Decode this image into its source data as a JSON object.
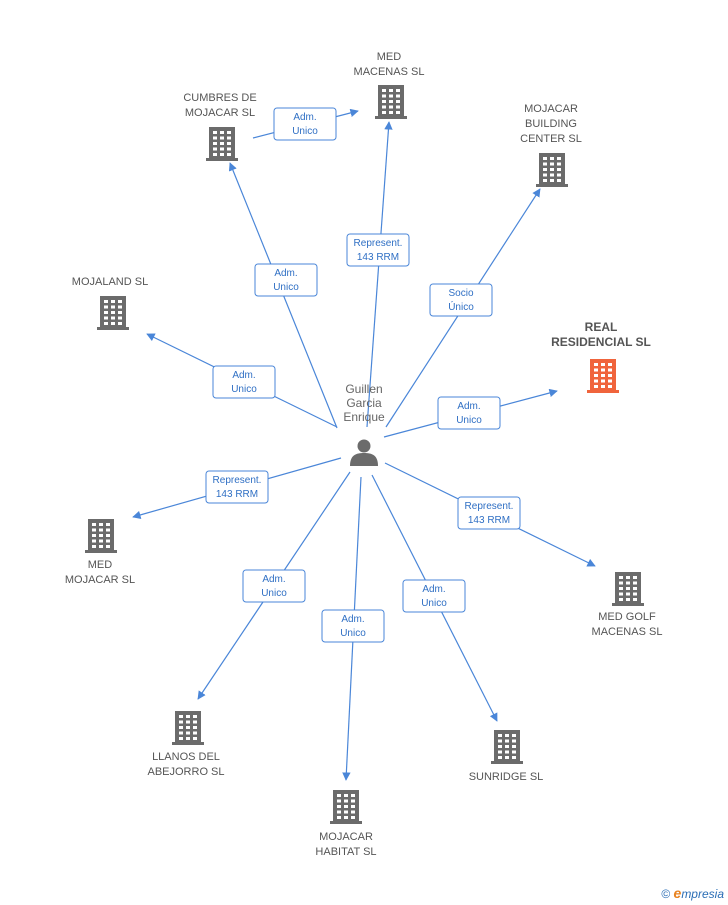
{
  "person": {
    "lines": [
      "Guillen",
      "Garcia",
      "Enrique"
    ]
  },
  "companies": [
    {
      "id": "med-macenas",
      "lines": [
        "MED",
        "MACENAS SL"
      ],
      "highlight": false
    },
    {
      "id": "cumbres-mojacar",
      "lines": [
        "CUMBRES DE",
        "MOJACAR SL"
      ],
      "highlight": false
    },
    {
      "id": "mojacar-building",
      "lines": [
        "MOJACAR",
        "BUILDING",
        "CENTER  SL"
      ],
      "highlight": false
    },
    {
      "id": "mojaland",
      "lines": [
        "MOJALAND SL"
      ],
      "highlight": false
    },
    {
      "id": "real-residencial",
      "lines": [
        "REAL",
        "RESIDENCIAL SL"
      ],
      "highlight": true
    },
    {
      "id": "med-mojacar",
      "lines": [
        "MED",
        "MOJACAR SL"
      ],
      "highlight": false
    },
    {
      "id": "med-golf",
      "lines": [
        "MED GOLF",
        "MACENAS SL"
      ],
      "highlight": false
    },
    {
      "id": "llanos-abejorro",
      "lines": [
        "LLANOS DEL",
        "ABEJORRO SL"
      ],
      "highlight": false
    },
    {
      "id": "mojacar-habitat",
      "lines": [
        "MOJACAR",
        "HABITAT SL"
      ],
      "highlight": false
    },
    {
      "id": "sunridge",
      "lines": [
        "SUNRIDGE SL"
      ],
      "highlight": false
    }
  ],
  "relations": [
    {
      "from": "person",
      "to": "cumbres-mojacar",
      "lines": [
        "Adm.",
        "Unico"
      ]
    },
    {
      "from": "cumbres-mojacar",
      "to": "med-macenas",
      "lines": [
        "Adm.",
        "Unico"
      ]
    },
    {
      "from": "person",
      "to": "med-macenas",
      "lines": [
        "Represent.",
        "143 RRM"
      ]
    },
    {
      "from": "person",
      "to": "mojacar-building",
      "lines": [
        "Socio",
        "Único"
      ]
    },
    {
      "from": "person",
      "to": "mojaland",
      "lines": [
        "Adm.",
        "Unico"
      ]
    },
    {
      "from": "person",
      "to": "real-residencial",
      "lines": [
        "Adm.",
        "Unico"
      ]
    },
    {
      "from": "person",
      "to": "med-mojacar",
      "lines": [
        "Represent.",
        "143 RRM"
      ]
    },
    {
      "from": "person",
      "to": "med-golf",
      "lines": [
        "Represent.",
        "143 RRM"
      ]
    },
    {
      "from": "person",
      "to": "llanos-abejorro",
      "lines": [
        "Adm.",
        "Unico"
      ]
    },
    {
      "from": "person",
      "to": "mojacar-habitat",
      "lines": [
        "Adm.",
        "Unico"
      ]
    },
    {
      "from": "person",
      "to": "sunridge",
      "lines": [
        "Adm.",
        "Unico"
      ]
    }
  ],
  "colors": {
    "edge": "#4a86d8",
    "building": "#6b6b6b",
    "highlight": "#f0643c",
    "person": "#6b6b6b"
  },
  "footer": {
    "copyright": "©",
    "brand_initial": "e",
    "brand_rest": "mpresia"
  }
}
